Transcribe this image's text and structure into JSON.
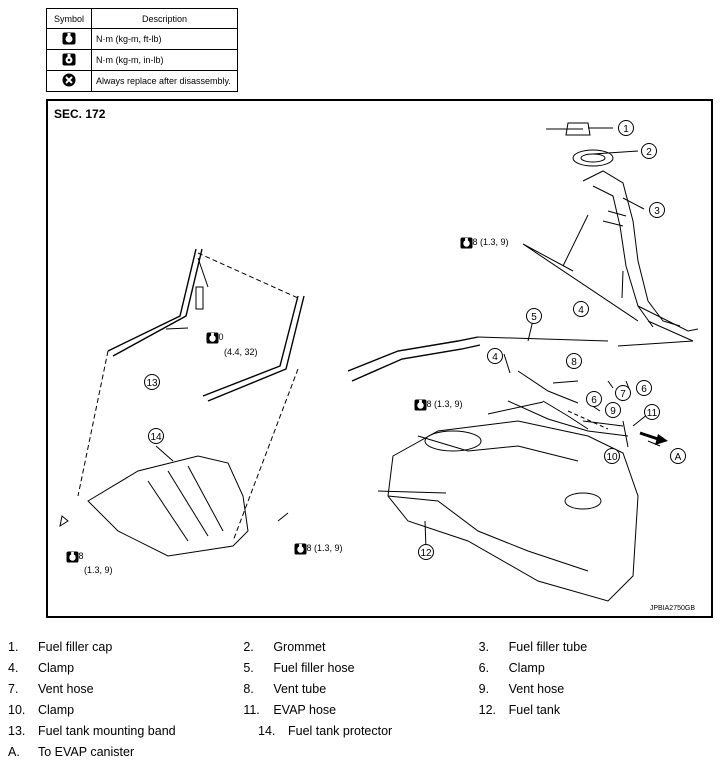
{
  "legend": {
    "headers": {
      "symbol": "Symbol",
      "description": "Description"
    },
    "rows": [
      {
        "icon": "torque-ft-lb-icon",
        "text": "N·m (kg-m, ft-lb)"
      },
      {
        "icon": "torque-in-lb-icon",
        "text": "N·m (kg-m, in-lb)"
      },
      {
        "icon": "always-replace-icon",
        "text": "Always replace after disassembly."
      }
    ]
  },
  "diagram": {
    "section": "SEC. 172",
    "reference": "JPBIA2750GB",
    "callouts": [
      "1",
      "2",
      "3",
      "4",
      "5",
      "4",
      "6",
      "7",
      "8",
      "6",
      "9",
      "10",
      "11",
      "12",
      "13",
      "14",
      "A"
    ],
    "torques": {
      "t1": "12.8 (1.3, 9)",
      "t2_main": "43.0",
      "t2_sub": "(4.4, 32)",
      "t3": "12.8 (1.3, 9)",
      "t4": "12.8 (1.3, 9)",
      "t5_main": "12.8",
      "t5_sub": "(1.3, 9)"
    }
  },
  "parts": [
    {
      "num": "1.",
      "name": "Fuel filler cap"
    },
    {
      "num": "2.",
      "name": "Grommet"
    },
    {
      "num": "3.",
      "name": "Fuel filler tube"
    },
    {
      "num": "4.",
      "name": "Clamp"
    },
    {
      "num": "5.",
      "name": "Fuel filler hose"
    },
    {
      "num": "6.",
      "name": "Clamp"
    },
    {
      "num": "7.",
      "name": "Vent hose"
    },
    {
      "num": "8.",
      "name": "Vent tube"
    },
    {
      "num": "9.",
      "name": "Vent hose"
    },
    {
      "num": "10.",
      "name": "Clamp"
    },
    {
      "num": "11.",
      "name": "EVAP hose"
    },
    {
      "num": "12.",
      "name": "Fuel tank"
    },
    {
      "num": "13.",
      "name": "Fuel tank mounting band"
    },
    {
      "num": "14.",
      "name": "Fuel tank protector"
    },
    {
      "num": "A.",
      "name": "To EVAP canister"
    }
  ]
}
